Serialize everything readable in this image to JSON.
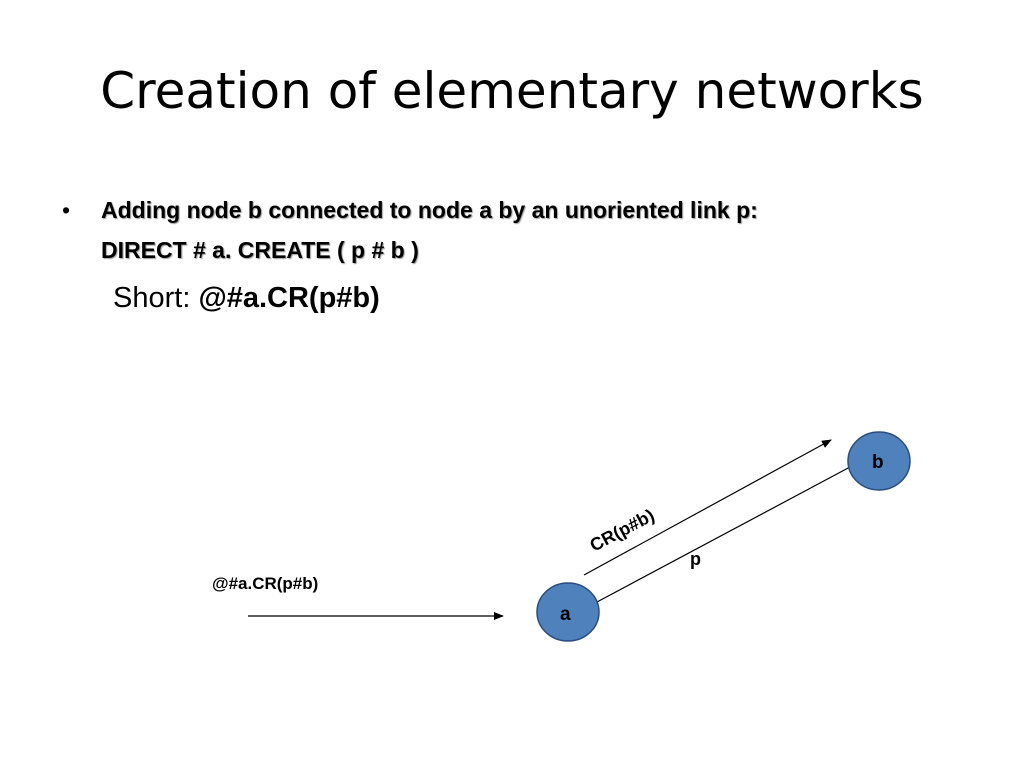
{
  "title": "Creation of elementary networks",
  "bullet": {
    "line1": "Adding node b connected to node a by an unoriented link p:",
    "line2": "DIRECT # a. CREATE ( p # b )"
  },
  "short": {
    "label": "Short: ",
    "code": "@#a.CR(p#b)"
  },
  "diagram": {
    "input_label": "@#a.CR(p#b)",
    "node_a": "a",
    "node_b": "b",
    "edge_label": "p",
    "command_label": "CR(p#b)",
    "node_fill": "#4f81bd",
    "node_stroke": "#2b4d7e"
  }
}
